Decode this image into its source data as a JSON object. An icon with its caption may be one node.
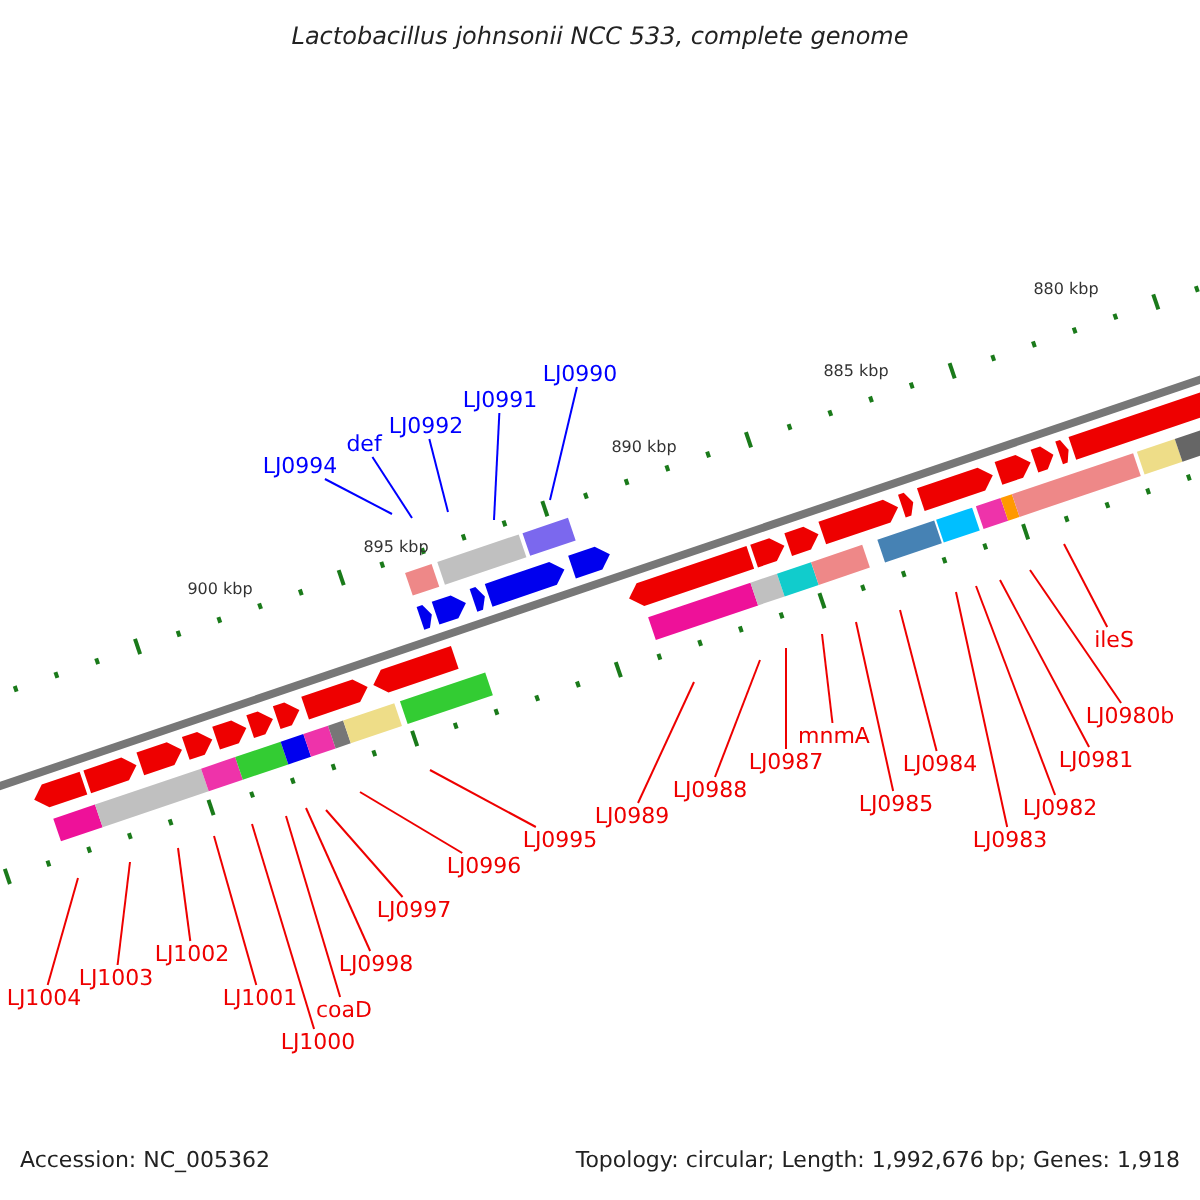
{
  "diagram": {
    "title": "Lactobacillus johnsonii NCC 533, complete genome",
    "nodes": [
      {
        "text": [
          "LJ0994"
        ]
      },
      {
        "text": [
          "def"
        ]
      },
      {
        "text": [
          "LJ0992"
        ]
      },
      {
        "text": [
          "LJ0991"
        ]
      },
      {
        "text": [
          "LJ0990"
        ]
      },
      {
        "text": [
          "ileS"
        ]
      },
      {
        "text": [
          "LJ0980b"
        ]
      },
      {
        "text": [
          "LJ0981"
        ]
      },
      {
        "text": [
          "LJ0984"
        ]
      },
      {
        "text": [
          "mnmA"
        ]
      },
      {
        "text": [
          "LJ0987"
        ]
      },
      {
        "text": [
          "LJ0982"
        ]
      },
      {
        "text": [
          "LJ0988"
        ]
      },
      {
        "text": [
          "LJ0985"
        ]
      },
      {
        "text": [
          "LJ0983"
        ]
      },
      {
        "text": [
          "LJ0989"
        ]
      },
      {
        "text": [
          "LJ0995"
        ]
      },
      {
        "text": [
          "LJ0996"
        ]
      },
      {
        "text": [
          "LJ0997"
        ]
      },
      {
        "text": [
          "LJ1002"
        ]
      },
      {
        "text": [
          "LJ0998"
        ]
      },
      {
        "text": [
          "LJ1003"
        ]
      },
      {
        "text": [
          "LJ1004"
        ]
      },
      {
        "text": [
          "LJ1001"
        ]
      },
      {
        "text": [
          "coaD"
        ]
      },
      {
        "text": [
          "LJ1000"
        ]
      }
    ],
    "edges": [
      {
        "from": 0,
        "to": null,
        "arrow": "none",
        "color": "#0000ff"
      },
      {
        "from": 1,
        "to": null,
        "arrow": "none",
        "color": "#0000ff"
      },
      {
        "from": 2,
        "to": null,
        "arrow": "none",
        "color": "#0000ff"
      },
      {
        "from": 3,
        "to": null,
        "arrow": "none",
        "color": "#0000ff"
      },
      {
        "from": 4,
        "to": null,
        "arrow": "none",
        "color": "#0000ff"
      },
      {
        "from": 5,
        "to": null,
        "arrow": "none"
      },
      {
        "from": 6,
        "to": null,
        "arrow": "none"
      },
      {
        "from": 7,
        "to": null,
        "arrow": "none"
      },
      {
        "from": 8,
        "to": null,
        "arrow": "none"
      },
      {
        "from": 9,
        "to": null,
        "arrow": "none"
      },
      {
        "from": 10,
        "to": null,
        "arrow": "none"
      },
      {
        "from": 11,
        "to": null,
        "arrow": "none"
      },
      {
        "from": 12,
        "to": null,
        "arrow": "none"
      },
      {
        "from": 13,
        "to": null,
        "arrow": "none"
      },
      {
        "from": 14,
        "to": null,
        "arrow": "none"
      },
      {
        "from": 15,
        "to": null,
        "arrow": "none"
      },
      {
        "from": 16,
        "to": null,
        "arrow": "none"
      },
      {
        "from": 17,
        "to": null,
        "arrow": "none"
      },
      {
        "from": 18,
        "to": null,
        "arrow": "none"
      },
      {
        "from": 19,
        "to": null,
        "arrow": "none"
      },
      {
        "from": 20,
        "to": null,
        "arrow": "none"
      },
      {
        "from": 21,
        "to": null,
        "arrow": "none"
      },
      {
        "from": 22,
        "to": null,
        "arrow": "none"
      },
      {
        "from": 23,
        "to": null,
        "arrow": "none"
      },
      {
        "from": 24,
        "to": null,
        "arrow": "none"
      },
      {
        "from": 25,
        "to": null,
        "arrow": "none"
      }
    ],
    "labels": [
      "880 kbp",
      "885 kbp",
      "890 kbp",
      "895 kbp",
      "900 kbp",
      "Accession: NC_005362",
      "Topology: circular; Length: 1,992,676 bp; Genes: 1,918"
    ]
  }
}
